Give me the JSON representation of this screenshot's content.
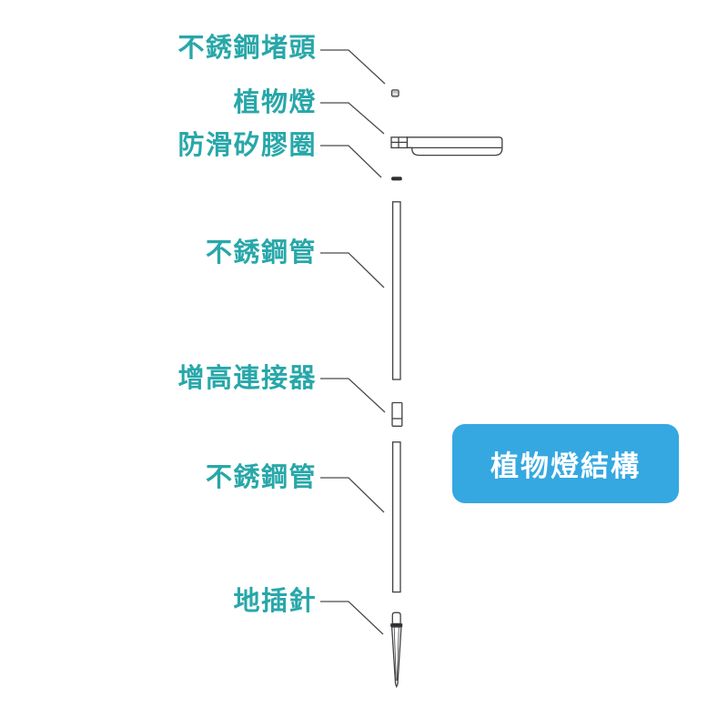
{
  "diagram": {
    "badge": {
      "label": "植物燈結構",
      "bg_color": "#35a8e1",
      "text_color": "#ffffff"
    },
    "accent_color": "#28a7a9",
    "line_color": "#4a4b4e",
    "outline_color": "#3f4043",
    "labels": [
      {
        "text": "不銹鋼堵頭",
        "part": "stainless-steel-end-cap"
      },
      {
        "text": "植物燈",
        "part": "plant-light"
      },
      {
        "text": "防滑矽膠圈",
        "part": "anti-slip-silicone-ring"
      },
      {
        "text": "不銹鋼管",
        "part": "stainless-steel-tube-upper"
      },
      {
        "text": "增高連接器",
        "part": "height-extension-connector"
      },
      {
        "text": "不銹鋼管",
        "part": "stainless-steel-tube-lower"
      },
      {
        "text": "地插針",
        "part": "ground-stake"
      }
    ]
  }
}
